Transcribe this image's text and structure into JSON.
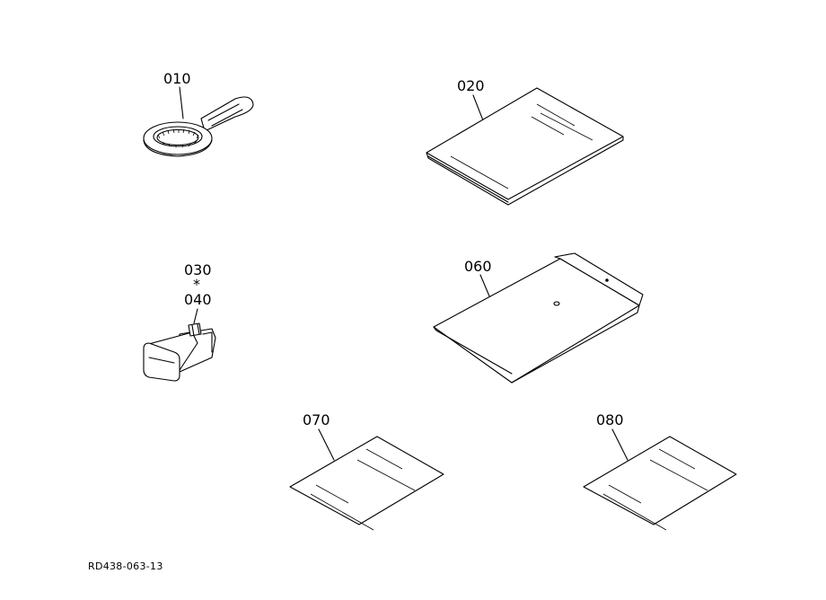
{
  "labels": {
    "p010": "010",
    "p020": "020",
    "p030": "030",
    "p040": "040",
    "p060": "060",
    "p070": "070",
    "p080": "080"
  },
  "joiner": "*",
  "drawing_code": "RD438-063-13"
}
